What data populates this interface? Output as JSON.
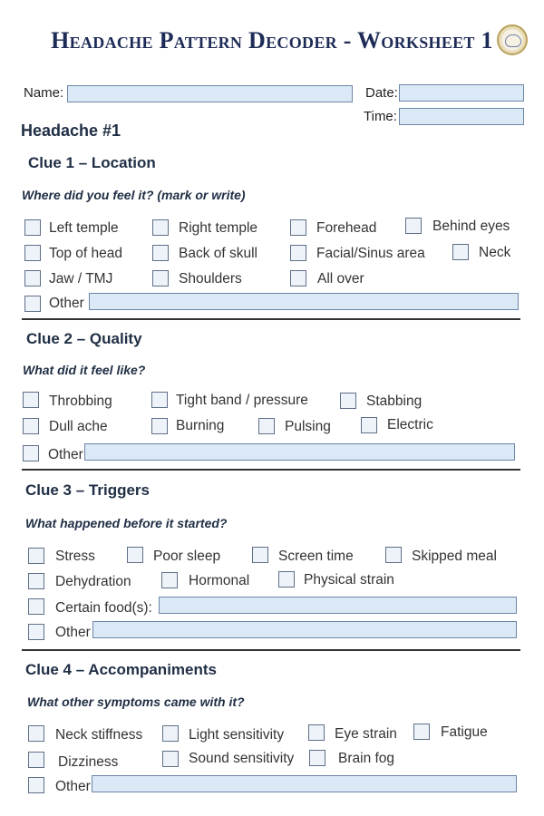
{
  "title": "Headache Pattern Decoder - Worksheet 1",
  "form": {
    "name_label": "Name:",
    "date_label": "Date:",
    "time_label": "Time:"
  },
  "headache_heading": "Headache #1",
  "clue1": {
    "heading": "Clue 1 – Location",
    "question": "Where did you feel it? (mark or write)",
    "options": [
      "Left temple",
      "Right temple",
      "Forehead",
      "Behind eyes",
      "Top of head",
      "Back of skull",
      "Facial/Sinus area",
      "Neck",
      "Jaw / TMJ",
      "Shoulders",
      "All over"
    ],
    "other_label": "Other"
  },
  "clue2": {
    "heading": "Clue 2 – Quality",
    "question": "What did it feel like?",
    "options": [
      "Throbbing",
      "Tight band / pressure",
      "Stabbing",
      "Dull ache",
      "Burning",
      "Pulsing",
      "Electric"
    ],
    "other_label": "Other"
  },
  "clue3": {
    "heading": "Clue 3 – Triggers",
    "question": "What happened before it started?",
    "options": [
      "Stress",
      "Poor sleep",
      "Screen time",
      "Skipped meal",
      "Dehydration",
      "Hormonal",
      "Physical strain"
    ],
    "food_label": "Certain food(s):",
    "other_label": "Other"
  },
  "clue4": {
    "heading": "Clue 4 – Accompaniments",
    "question": "What other symptoms came with it?",
    "options": [
      "Neck stiffness",
      "Light sensitivity",
      "Eye strain",
      "Fatigue",
      "Dizziness",
      "Sound sensitivity",
      "Brain fog"
    ],
    "other_label": "Other"
  }
}
